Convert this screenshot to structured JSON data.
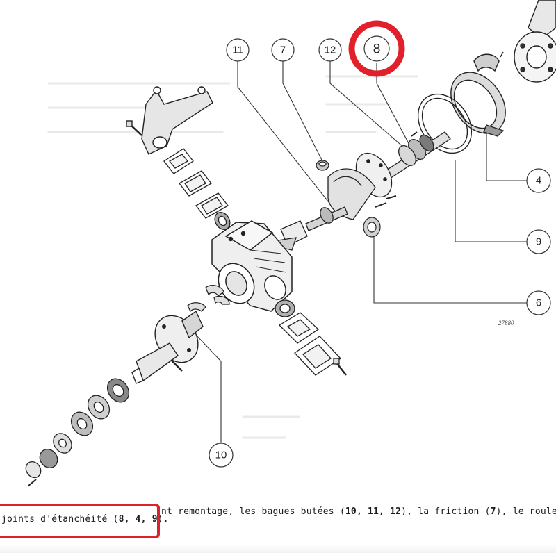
{
  "diagram": {
    "plate_number": "27880",
    "callouts": [
      {
        "id": "11",
        "label": "11"
      },
      {
        "id": "7",
        "label": "7"
      },
      {
        "id": "12",
        "label": "12"
      },
      {
        "id": "8",
        "label": "8",
        "highlighted": true
      },
      {
        "id": "4",
        "label": "4"
      },
      {
        "id": "9",
        "label": "9"
      },
      {
        "id": "6",
        "label": "6"
      },
      {
        "id": "10",
        "label": "10"
      }
    ],
    "highlight_color": "#e0202a"
  },
  "caption": {
    "line1_text": "nt remontage, les bagues butées (",
    "line1_refs_a": "10, 11, 12",
    "line1_mid": "), la friction (",
    "line1_ref_b": "7",
    "line1_tail": "), le roulem",
    "line2_text": "joints d'étanchéité (",
    "line2_refs": "8, 4, 9",
    "line2_tail": ")."
  }
}
